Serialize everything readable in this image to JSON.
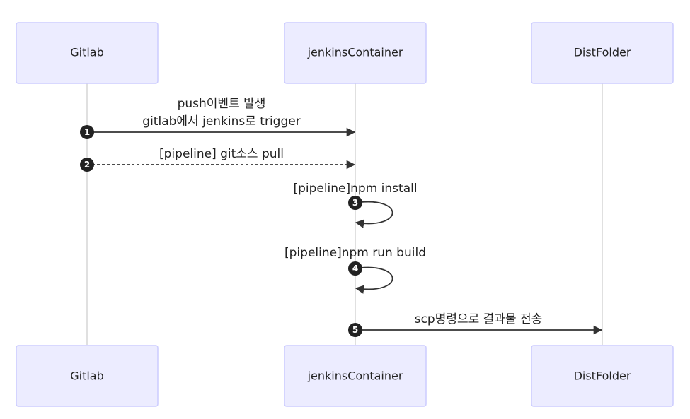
{
  "participants": [
    {
      "id": "gitlab",
      "label": "Gitlab"
    },
    {
      "id": "jenkins",
      "label": "jenkinsContainer"
    },
    {
      "id": "dist",
      "label": "DistFolder"
    }
  ],
  "messages": [
    {
      "seq": "1",
      "from": "gitlab",
      "to": "jenkins",
      "style": "solid",
      "lines": [
        "push이벤트 발생",
        "gitlab에서 jenkins로 trigger"
      ]
    },
    {
      "seq": "2",
      "from": "gitlab",
      "to": "jenkins",
      "style": "dashed",
      "lines": [
        "[pipeline] git소스 pull"
      ]
    },
    {
      "seq": "3",
      "from": "jenkins",
      "to": "jenkins",
      "style": "solid",
      "lines": [
        "[pipeline]npm install"
      ]
    },
    {
      "seq": "4",
      "from": "jenkins",
      "to": "jenkins",
      "style": "solid",
      "lines": [
        "[pipeline]npm run build"
      ]
    },
    {
      "seq": "5",
      "from": "jenkins",
      "to": "dist",
      "style": "solid",
      "lines": [
        "scp명령으로 결과물 전송"
      ]
    }
  ]
}
